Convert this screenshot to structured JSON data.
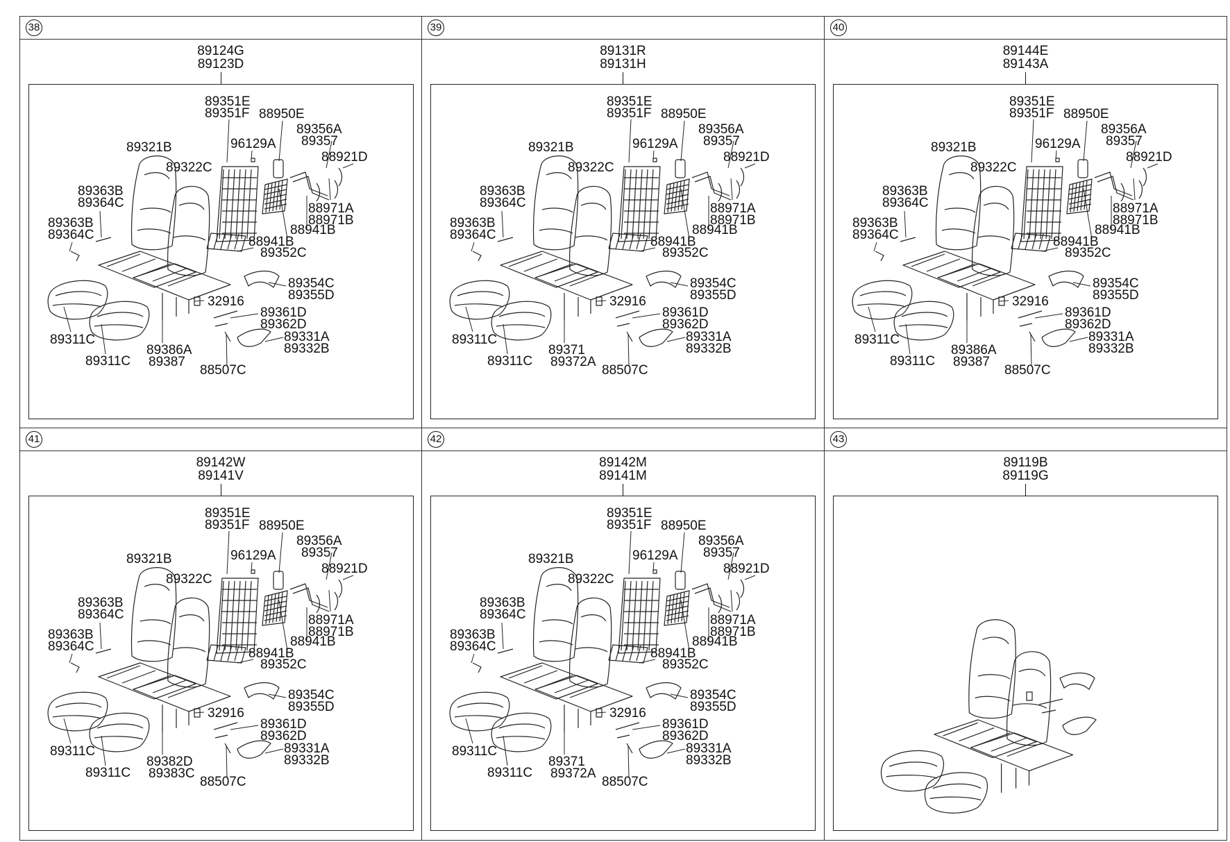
{
  "panels": [
    {
      "number": "38",
      "codes": [
        "89124G",
        "89123D"
      ],
      "callouts": {
        "frame_top": "89351E",
        "frame_bot": "89351F",
        "pad": "88950E",
        "pin_a": "89356A",
        "pin_b": "89357",
        "clip": "96129A",
        "wire": "88921D",
        "back_l": "89321B",
        "back_r": "89322C",
        "bolt_a1": "89363B",
        "bolt_a2": "89364C",
        "bolt_b1": "89363B",
        "bolt_b2": "89364C",
        "spring_a": "88971A",
        "spring_b": "88971B",
        "lumbar_a": "88941B",
        "lumbar_b": "88941B",
        "lower": "89352C",
        "cover_a": "89354C",
        "cover_b": "89355D",
        "latch": "32916",
        "cable_a": "89361D",
        "cable_b": "89362D",
        "shield_a": "89331A",
        "shield_b": "89332B",
        "cushion_l": "89311C",
        "cushion_r": "89311C",
        "track_a": "89386A",
        "track_b": "89387",
        "harness": "88507C"
      }
    },
    {
      "number": "39",
      "codes": [
        "89131R",
        "89131H"
      ],
      "callouts": {
        "frame_top": "89351E",
        "frame_bot": "89351F",
        "pad": "88950E",
        "pin_a": "89356A",
        "pin_b": "89357",
        "clip": "96129A",
        "wire": "88921D",
        "back_l": "89321B",
        "back_r": "89322C",
        "bolt_a1": "89363B",
        "bolt_a2": "89364C",
        "bolt_b1": "89363B",
        "bolt_b2": "89364C",
        "spring_a": "88971A",
        "spring_b": "88971B",
        "lumbar_a": "88941B",
        "lumbar_b": "88941B",
        "lower": "89352C",
        "cover_a": "89354C",
        "cover_b": "89355D",
        "latch": "32916",
        "cable_a": "89361D",
        "cable_b": "89362D",
        "shield_a": "89331A",
        "shield_b": "89332B",
        "cushion_l": "89311C",
        "cushion_r": "89311C",
        "track_a": "89371",
        "track_b": "89372A",
        "harness": "88507C"
      }
    },
    {
      "number": "40",
      "codes": [
        "89144E",
        "89143A"
      ],
      "callouts": {
        "frame_top": "89351E",
        "frame_bot": "89351F",
        "pad": "88950E",
        "pin_a": "89356A",
        "pin_b": "89357",
        "clip": "96129A",
        "wire": "88921D",
        "back_l": "89321B",
        "back_r": "89322C",
        "bolt_a1": "89363B",
        "bolt_a2": "89364C",
        "bolt_b1": "89363B",
        "bolt_b2": "89364C",
        "spring_a": "88971A",
        "spring_b": "88971B",
        "lumbar_a": "88941B",
        "lumbar_b": "88941B",
        "lower": "89352C",
        "cover_a": "89354C",
        "cover_b": "89355D",
        "latch": "32916",
        "cable_a": "89361D",
        "cable_b": "89362D",
        "shield_a": "89331A",
        "shield_b": "89332B",
        "cushion_l": "89311C",
        "cushion_r": "89311C",
        "track_a": "89386A",
        "track_b": "89387",
        "harness": "88507C"
      }
    },
    {
      "number": "41",
      "codes": [
        "89142W",
        "89141V"
      ],
      "callouts": {
        "frame_top": "89351E",
        "frame_bot": "89351F",
        "pad": "88950E",
        "pin_a": "89356A",
        "pin_b": "89357",
        "clip": "96129A",
        "wire": "88921D",
        "back_l": "89321B",
        "back_r": "89322C",
        "bolt_a1": "89363B",
        "bolt_a2": "89364C",
        "bolt_b1": "89363B",
        "bolt_b2": "89364C",
        "spring_a": "88971A",
        "spring_b": "88971B",
        "lumbar_a": "88941B",
        "lumbar_b": "88941B",
        "lower": "89352C",
        "cover_a": "89354C",
        "cover_b": "89355D",
        "latch": "32916",
        "cable_a": "89361D",
        "cable_b": "89362D",
        "shield_a": "89331A",
        "shield_b": "89332B",
        "cushion_l": "89311C",
        "cushion_r": "89311C",
        "track_a": "89382D",
        "track_b": "89383C",
        "harness": "88507C"
      }
    },
    {
      "number": "42",
      "codes": [
        "89142M",
        "89141M"
      ],
      "callouts": {
        "frame_top": "89351E",
        "frame_bot": "89351F",
        "pad": "88950E",
        "pin_a": "89356A",
        "pin_b": "89357",
        "clip": "96129A",
        "wire": "88921D",
        "back_l": "89321B",
        "back_r": "89322C",
        "bolt_a1": "89363B",
        "bolt_a2": "89364C",
        "bolt_b1": "89363B",
        "bolt_b2": "89364C",
        "spring_a": "88971A",
        "spring_b": "88971B",
        "lumbar_a": "88941B",
        "lumbar_b": "88941B",
        "lower": "89352C",
        "cover_a": "89354C",
        "cover_b": "89355D",
        "latch": "32916",
        "cable_a": "89361D",
        "cable_b": "89362D",
        "shield_a": "89331A",
        "shield_b": "89332B",
        "cushion_l": "89311C",
        "cushion_r": "89311C",
        "track_a": "89371",
        "track_b": "89372A",
        "harness": "88507C"
      }
    },
    {
      "number": "43",
      "codes": [
        "89119B",
        "89119G"
      ],
      "callouts": {}
    }
  ]
}
